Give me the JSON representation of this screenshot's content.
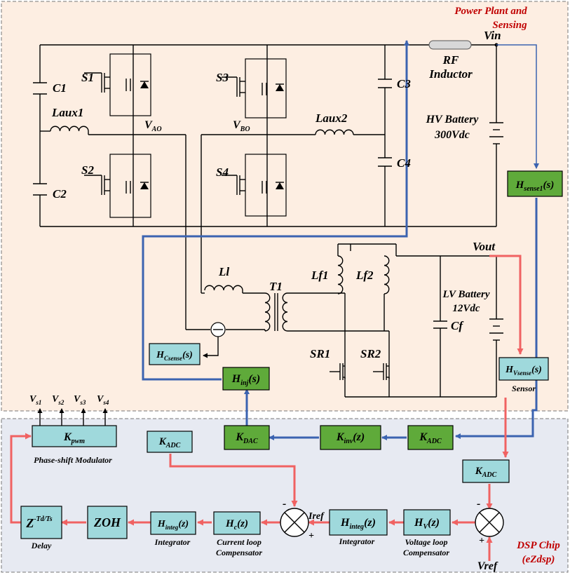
{
  "regions": {
    "power": {
      "title_line1": "Power Plant and",
      "title_line2": "Sensing"
    },
    "dsp": {
      "title_line1": "DSP Chip",
      "title_line2": "(eZdsp)"
    }
  },
  "components": {
    "c1": "C1",
    "c2": "C2",
    "c3": "C3",
    "c4": "C4",
    "s1": "S1",
    "s2": "S2",
    "s3": "S3",
    "s4": "S4",
    "laux1": "Laux1",
    "laux2": "Laux2",
    "vao_main": "V",
    "vao_sub": "AO",
    "vbo_main": "V",
    "vbo_sub": "BO",
    "rf_line1": "RF",
    "rf_line2": "Inductor",
    "vin": "Vin",
    "hv_line1": "HV Battery",
    "hv_line2": "300Vdc",
    "ll": "Ll",
    "t1": "T1",
    "lf1": "Lf1",
    "lf2": "Lf2",
    "vout": "Vout",
    "lv_line1": "LV Battery",
    "lv_line2": "12Vdc",
    "cf": "Cf",
    "sr1": "SR1",
    "sr2": "SR2"
  },
  "blocks": {
    "hsense1": {
      "main": "H",
      "sub": "sense1",
      "suffix": "(s)"
    },
    "hcsense": {
      "main": "H",
      "sub": "Csense",
      "suffix": "(s)"
    },
    "hinj": {
      "main": "H",
      "sub": "inj",
      "suffix": "(s)"
    },
    "hvsense": {
      "main": "H",
      "sub": "Vsense",
      "suffix": "(s)",
      "caption": "Sensor"
    },
    "kpwm": {
      "main": "K",
      "sub": "pwm",
      "caption": "Phase-shift Modulator"
    },
    "vs": [
      {
        "main": "V",
        "sub": "s1"
      },
      {
        "main": "V",
        "sub": "s2"
      },
      {
        "main": "V",
        "sub": "s3"
      },
      {
        "main": "V",
        "sub": "s4"
      }
    ],
    "kadc_left": {
      "main": "K",
      "sub": "ADC"
    },
    "kdac": {
      "main": "K",
      "sub": "DAC"
    },
    "kinv": {
      "main": "K",
      "sub": "inv",
      "suffix": "(z)"
    },
    "kadc_mid": {
      "main": "K",
      "sub": "ADC"
    },
    "kadc_right": {
      "main": "K",
      "sub": "ADC"
    },
    "delay": {
      "main": "Z",
      "sup": "-Td/Ts",
      "caption": "Delay"
    },
    "zoh": {
      "main": "ZOH"
    },
    "hinteg1": {
      "main": "H",
      "sub": "integ",
      "suffix": "(z)",
      "caption": "Integrator"
    },
    "hc": {
      "main": "H",
      "sub": "c",
      "suffix": "(z)",
      "caption_line1": "Current loop",
      "caption_line2": "Compensator"
    },
    "hinteg2": {
      "main": "H",
      "sub": "integ",
      "suffix": "(z)",
      "caption": "Integrator"
    },
    "hv": {
      "main": "H",
      "sub": "V",
      "suffix": "(z)",
      "caption_line1": "Voltage loop",
      "caption_line2": "Compensator"
    }
  },
  "signals": {
    "iref": "Iref",
    "vref": "Vref",
    "minus": "-",
    "plus": "+"
  },
  "colors": {
    "power_bg": "#fdeee2",
    "dsp_bg": "#e7eaf2",
    "teal_block": "#9fd9dc",
    "green_block": "#5faa3a",
    "blue_path": "#3b63b0",
    "pink_path": "#f06262",
    "region_title": "#c00000"
  }
}
